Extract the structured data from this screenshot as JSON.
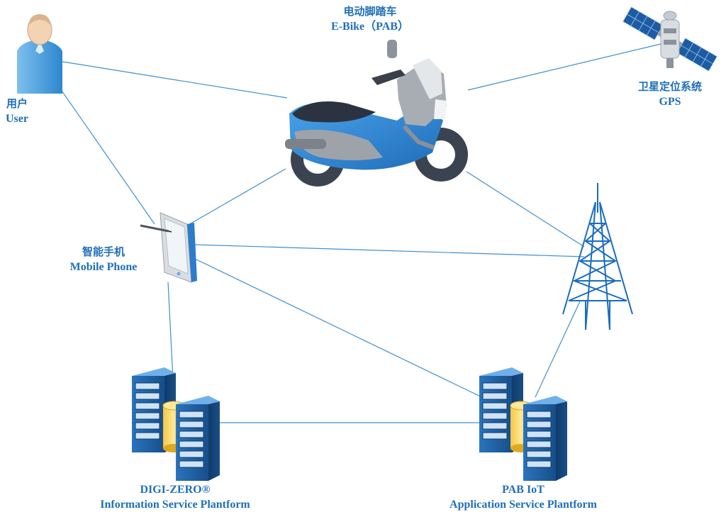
{
  "colors": {
    "label": "#1f6fb8",
    "link": "#3d8fd1",
    "server": "#1c5d9c",
    "bike": "#2f7fd0"
  },
  "nodes": {
    "user": {
      "icon": "user-icon",
      "label_zh": "用户",
      "label_en": "User"
    },
    "ebike": {
      "icon": "ebike-icon",
      "label_zh": "电动脚踏车",
      "label_en": "E-Bike（PAB）"
    },
    "gps": {
      "icon": "satellite-icon",
      "label_zh": "卫星定位系统",
      "label_en": "GPS"
    },
    "phone": {
      "icon": "smartphone-icon",
      "label_zh": "智能手机",
      "label_en": "Mobile Phone"
    },
    "tower": {
      "icon": "cell-tower-icon"
    },
    "digi": {
      "icon": "server-icon",
      "label_line1": "DIGI-ZERO®",
      "label_line2": "Information Service Plantform"
    },
    "pab": {
      "icon": "server-icon",
      "label_line1": "PAB IoT",
      "label_line2": "Application Service Plantform"
    }
  }
}
